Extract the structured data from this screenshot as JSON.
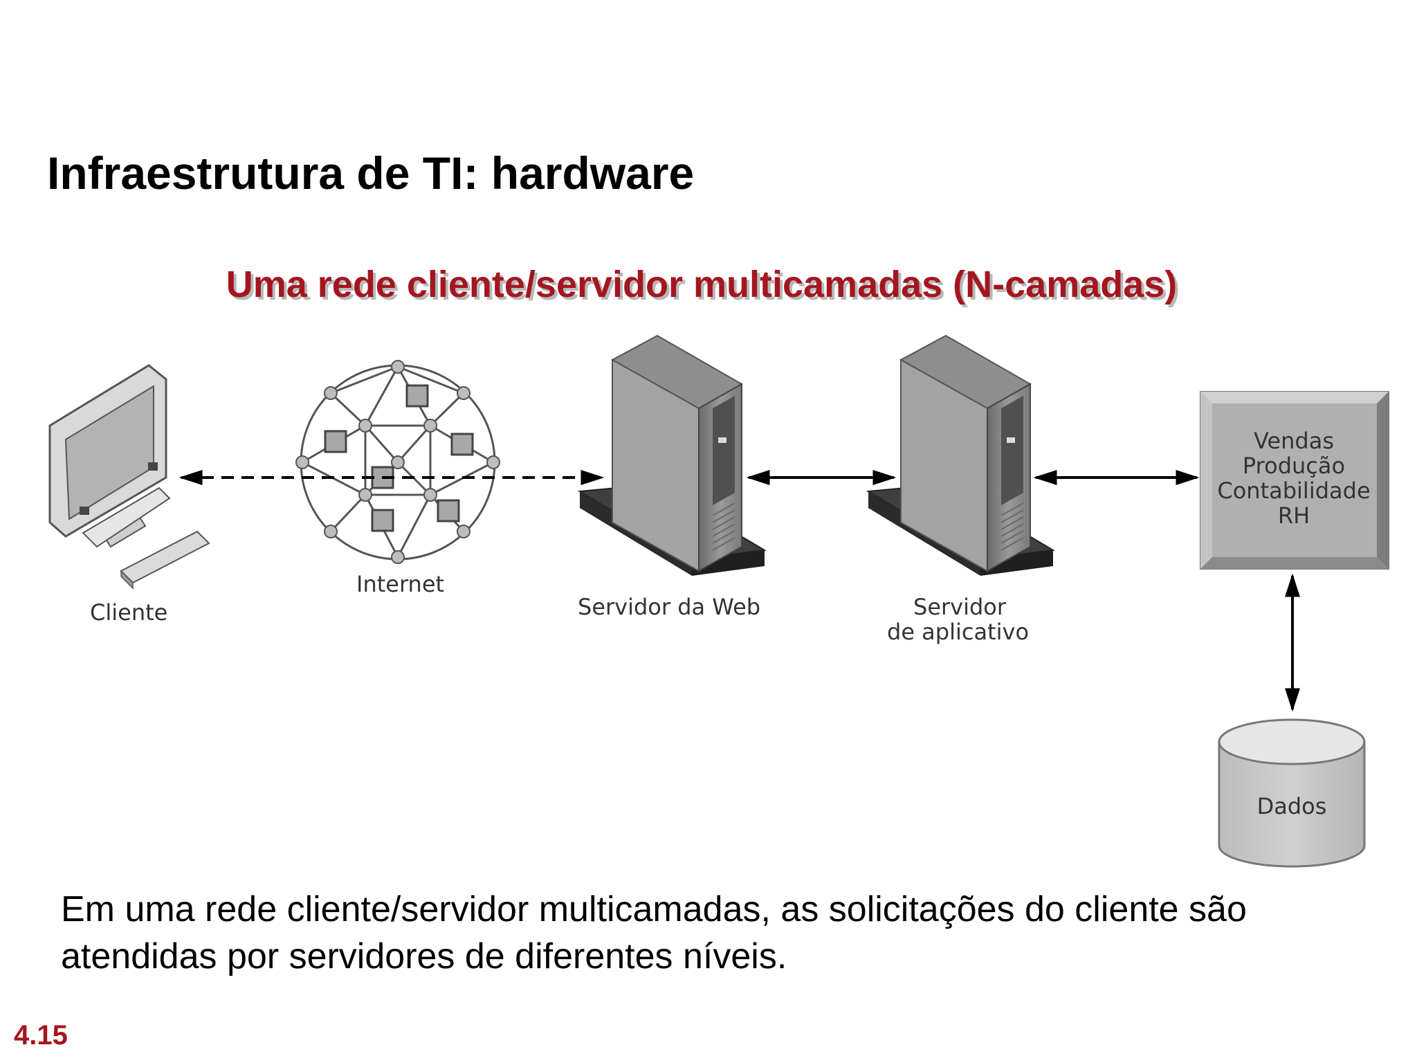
{
  "slide": {
    "title": "Infraestrutura de TI: hardware",
    "subtitle": "Uma rede cliente/servidor multicamadas (N-camadas)",
    "number": "4.15",
    "accent_color": "#a4161f"
  },
  "diagram": {
    "nodes": {
      "client": {
        "label": "Cliente",
        "icon": "computer-monitor-icon"
      },
      "internet": {
        "label": "Internet",
        "icon": "network-globe-icon"
      },
      "web_server": {
        "label": "Servidor da Web",
        "icon": "server-tower-icon"
      },
      "app_server": {
        "label_line1": "Servidor",
        "label_line2": "de aplicativo",
        "icon": "server-tower-icon"
      },
      "departments": {
        "lines": [
          "Vendas",
          "Produção",
          "Contabilidade",
          "RH"
        ]
      },
      "data": {
        "label": "Dados",
        "icon": "database-cylinder-icon"
      }
    }
  },
  "body": {
    "text": "Em uma rede cliente/servidor multicamadas, as solicitações do cliente são atendidas por servidores de diferentes níveis."
  }
}
